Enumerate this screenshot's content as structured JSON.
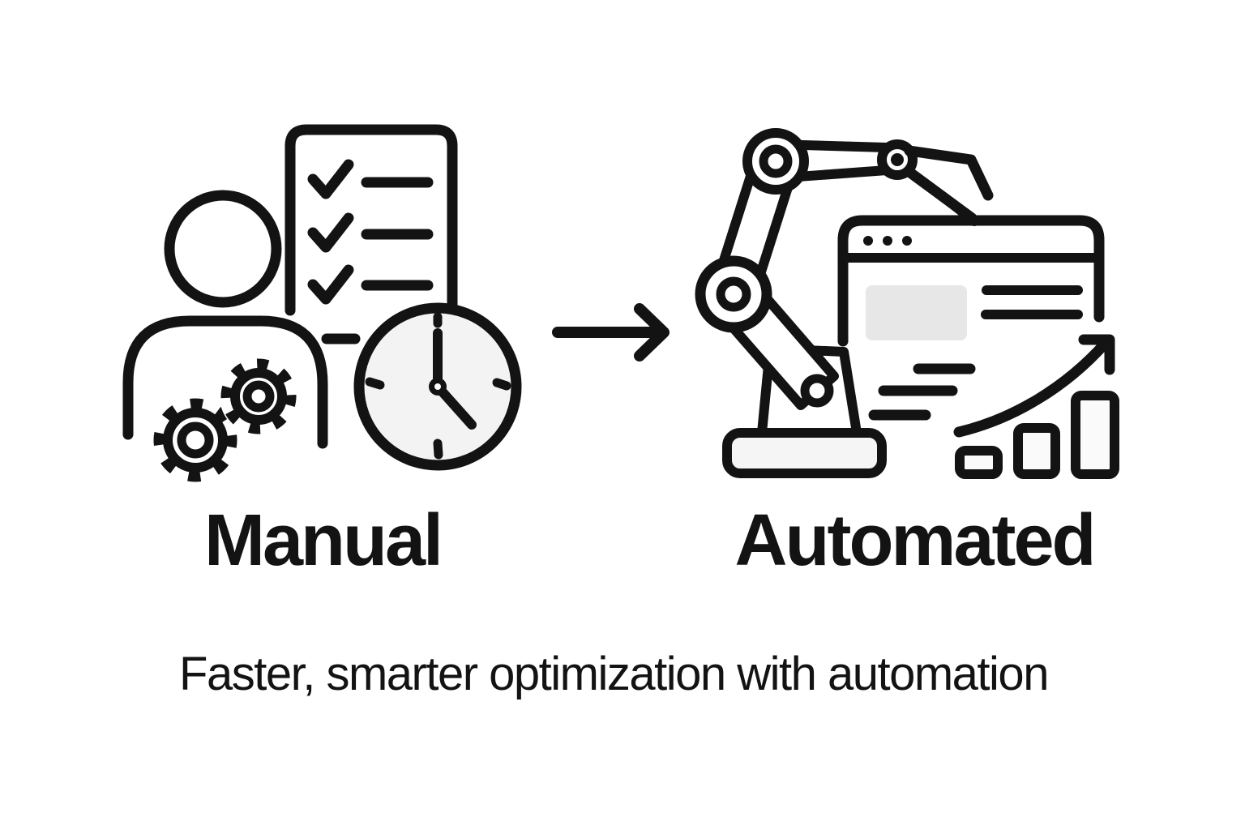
{
  "figure": {
    "left": {
      "label": "Manual",
      "icons": [
        "person-icon",
        "gears-icon",
        "checklist-icon",
        "clock-icon"
      ]
    },
    "transition": {
      "icon": "arrow-right-icon"
    },
    "right": {
      "label": "Automated",
      "icons": [
        "robot-arm-icon",
        "robot-gripper-icon",
        "browser-window-icon",
        "speed-lines-icon",
        "growth-arrow-icon",
        "bar-chart-icon"
      ]
    },
    "caption": "Faster, smarter optimization with automation",
    "colors": {
      "ink": "#131313",
      "surface": "#ffffff",
      "background": "#ffffff",
      "clock_face": "#f3f3f3",
      "placeholder": "#e7e7e7",
      "base_plate": "#f5f5f5",
      "bar_fill": "#fafafa"
    }
  }
}
